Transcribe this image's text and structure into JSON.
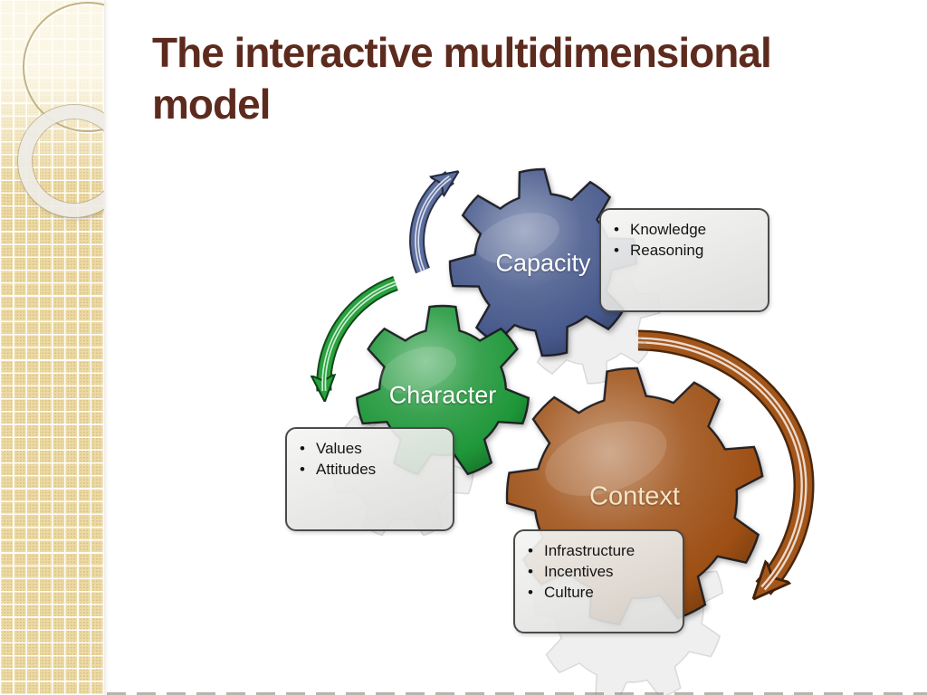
{
  "slide": {
    "title": "The interactive multidimensional model",
    "title_lines": [
      "The interactive multidimensional",
      "model"
    ],
    "title_color": "#5d2b1e",
    "bullet_char": "•"
  },
  "gears": [
    {
      "label": "Capacity",
      "color": "#47598c",
      "label_color": "#ffffff",
      "callout_items": [
        "Knowledge",
        "Reasoning"
      ]
    },
    {
      "label": "Character",
      "color": "#1f9739",
      "label_color": "#ffffff",
      "callout_items": [
        "Values",
        "Attitudes"
      ]
    },
    {
      "label": "Context",
      "color": "#9d4f14",
      "label_color": "#f5e6c8",
      "callout_items": [
        "Infrastructure",
        "Incentives",
        "Culture"
      ]
    }
  ],
  "arrows": [
    {
      "name": "blue-curved-arrow",
      "color": "#5d6f9f"
    },
    {
      "name": "green-curved-arrow",
      "color": "#27a33d"
    },
    {
      "name": "brown-curved-arrow",
      "color": "#a4561a"
    }
  ],
  "decor": {
    "sidebar_tile_color": "#ecd9a2"
  }
}
